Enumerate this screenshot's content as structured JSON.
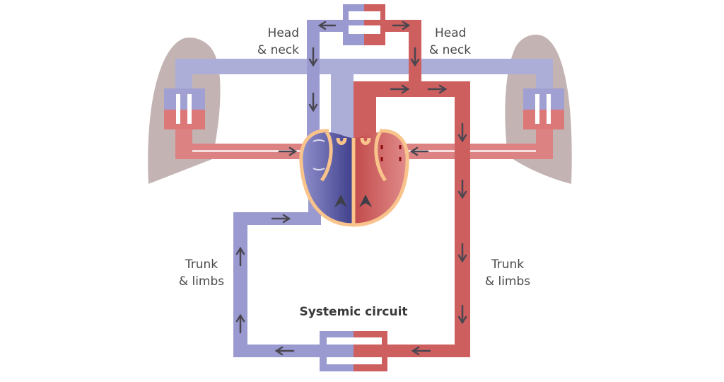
{
  "labels": {
    "head_neck_left": [
      "Head",
      "& neck"
    ],
    "head_neck_right": [
      "Head",
      "& neck"
    ],
    "trunk_limbs_left": [
      "Trunk",
      "& limbs"
    ],
    "trunk_limbs_right": [
      "Trunk",
      "& limbs"
    ],
    "circuit_title": "Systemic circuit"
  },
  "colors": {
    "deoxygenated": "#9a9ad0",
    "pulmonary_artery": "#adaed8",
    "oxygenated": "#cd5f5f",
    "pulmonary_vein": "#dc8282",
    "heart_outline": "#f9c38c",
    "lung": "#b8a4a4",
    "arrow": "#4a4650"
  }
}
